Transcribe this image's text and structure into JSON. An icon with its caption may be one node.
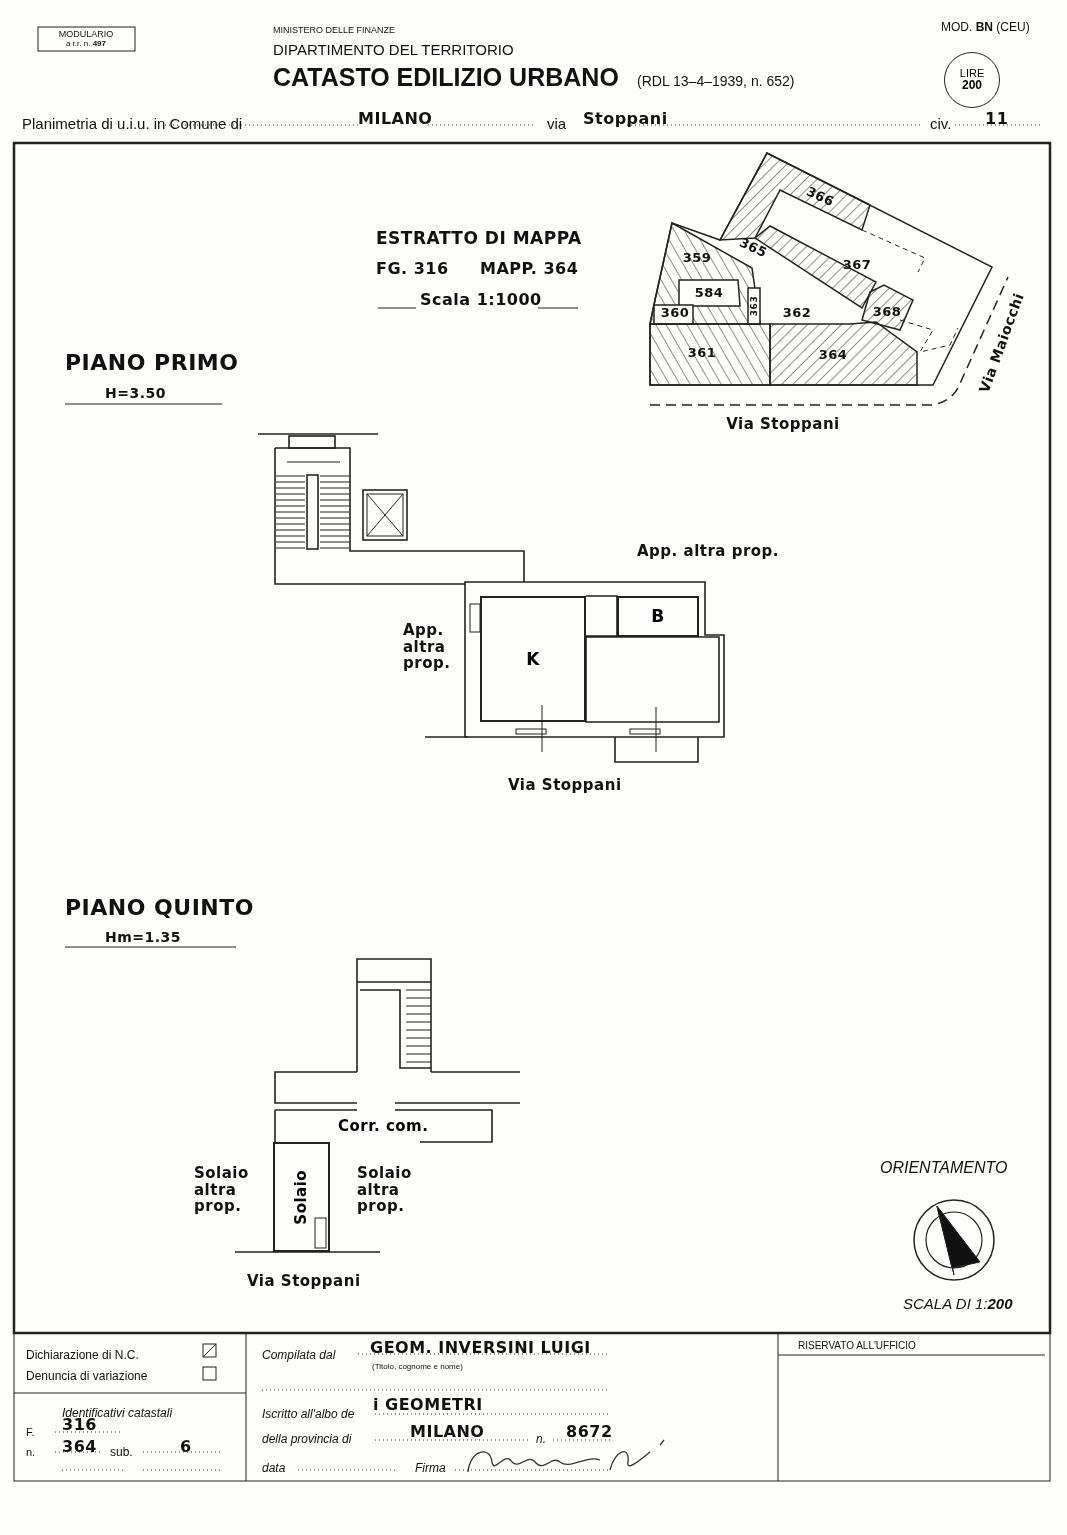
{
  "diagram": {
    "title": "CATASTO EDILIZIO URBANO",
    "nodes": [
      {
        "text": [
          "LIRE",
          "200"
        ]
      },
      {
        "text": [
          "K"
        ]
      },
      {
        "text": [
          "B"
        ]
      },
      {
        "text": [
          "Corr. com."
        ]
      },
      {
        "text": [
          "Solaio"
        ]
      }
    ],
    "labels": [
      "MODULARIO",
      "a r.r. n. **497**",
      "MINISTERO DELLE FINANZE",
      "DIPARTIMENTO DEL TERRITORIO",
      "(RDL 13–4–1939, n. 652)",
      "MOD. **BN** (CEU)",
      "Planimetria di u.i.u. in Comune di",
      "MILANO",
      "via",
      "Stoppani",
      "civ.",
      "11",
      "ESTRATTO DI MAPPA",
      "FG. 316",
      "MAPP. 364",
      "Scala 1:1000",
      "366",
      "359",
      "365",
      "367",
      "584",
      "360",
      "363",
      "362",
      "368",
      "361",
      "364",
      "Via Maiocchi",
      "Via Stoppani",
      "PIANO PRIMO",
      "H=3.50",
      "App. altra prop.",
      "App. altra prop.",
      "Via Stoppani",
      "PIANO QUINTO",
      "Hm=1.35",
      "Solaio altra prop.",
      "Solaio altra prop.",
      "ORIENTAMENTO",
      "Via Stoppani",
      "SCALA DI 1:**200**",
      "Dichiarazione di N.C.",
      "Denuncia di variazione",
      "Compilata dal",
      "GEOM. INVERSINI LUIGI",
      "(Titolo, cognome e nome)",
      "RISERVATO ALL'UFFICIO",
      "Identificativi catastali",
      "Iscritto all'albo de",
      "i GEOMETRI",
      "F.",
      "316",
      "della provincia di",
      "MILANO",
      "n.",
      "8672",
      "n.",
      "364",
      "sub.",
      "6",
      "data",
      "Firma"
    ]
  }
}
